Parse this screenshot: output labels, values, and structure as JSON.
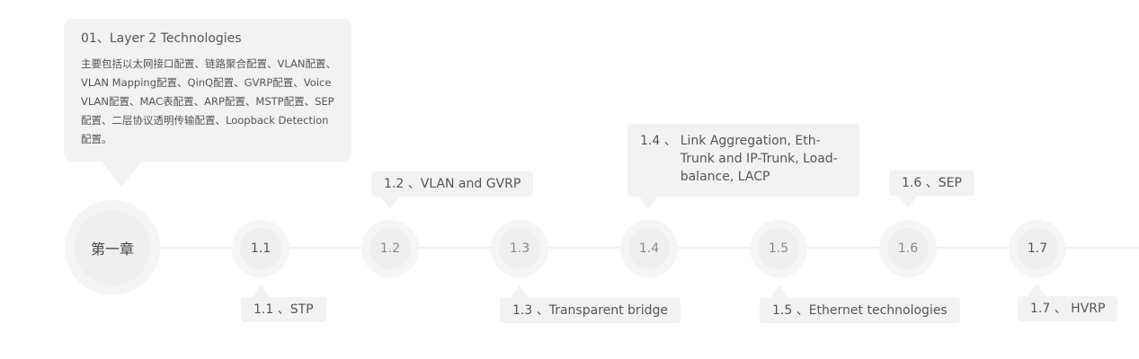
{
  "chapter": {
    "label": "第一章",
    "title": "01、Layer 2 Technologies",
    "description": "主要包括以太网接口配置、链路聚合配置、VLAN配置、VLAN Mapping配置、QinQ配置、GVRP配置、Voice VLAN配置、MAC表配置、ARP配置、MSTP配置、SEP配置、二层协议透明传输配置、Loopback Detection配置。"
  },
  "nodes": [
    "1.1",
    "1.2",
    "1.3",
    "1.4",
    "1.5",
    "1.6",
    "1.7"
  ],
  "topics": {
    "t11": "1.1 、STP",
    "t12": "1.2 、VLAN and GVRP",
    "t13": "1.3 、Transparent bridge",
    "t14_num": "1.4 、",
    "t14_text": "Link Aggregation, Eth-Trunk and IP-Trunk, Load-balance, LACP",
    "t15": "1.5 、Ethernet technologies",
    "t16": "1.6 、SEP",
    "t17": "1.7 、 HVRP"
  }
}
